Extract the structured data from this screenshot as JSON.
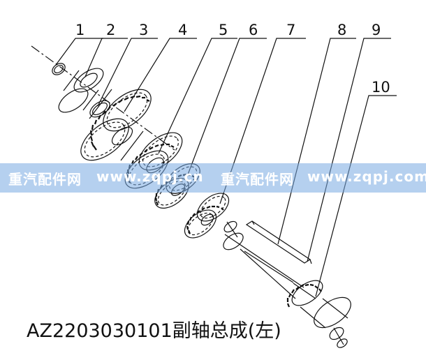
{
  "callouts": [
    "1",
    "2",
    "3",
    "4",
    "5",
    "6",
    "7",
    "8",
    "9",
    "10"
  ],
  "watermark": {
    "left_text": "重汽配件网",
    "left_url": "www.zqpj.cn",
    "right_text": "重汽配件网",
    "right_url": "www.zqpj.com"
  },
  "caption": "AZ2203030101副轴总成(左)",
  "colors": {
    "line": "#111111",
    "banner": "#78aae1"
  }
}
